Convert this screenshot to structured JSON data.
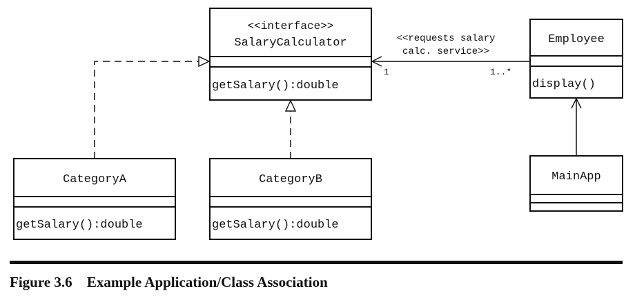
{
  "classes": {
    "salary_calculator": {
      "stereotype": "<<interface>>",
      "name": "SalaryCalculator",
      "method": "getSalary():double"
    },
    "employee": {
      "name": "Employee",
      "method": "display()"
    },
    "category_a": {
      "name": "CategoryA",
      "method": "getSalary():double"
    },
    "category_b": {
      "name": "CategoryB",
      "method": "getSalary():double"
    },
    "main_app": {
      "name": "MainApp"
    }
  },
  "association": {
    "label_line1": "<<requests salary",
    "label_line2": "calc. service>>",
    "multiplicity_source": "1",
    "multiplicity_target": "1..*"
  },
  "caption": {
    "number": "Figure 3.6",
    "title": "Example Application/Class Association"
  }
}
